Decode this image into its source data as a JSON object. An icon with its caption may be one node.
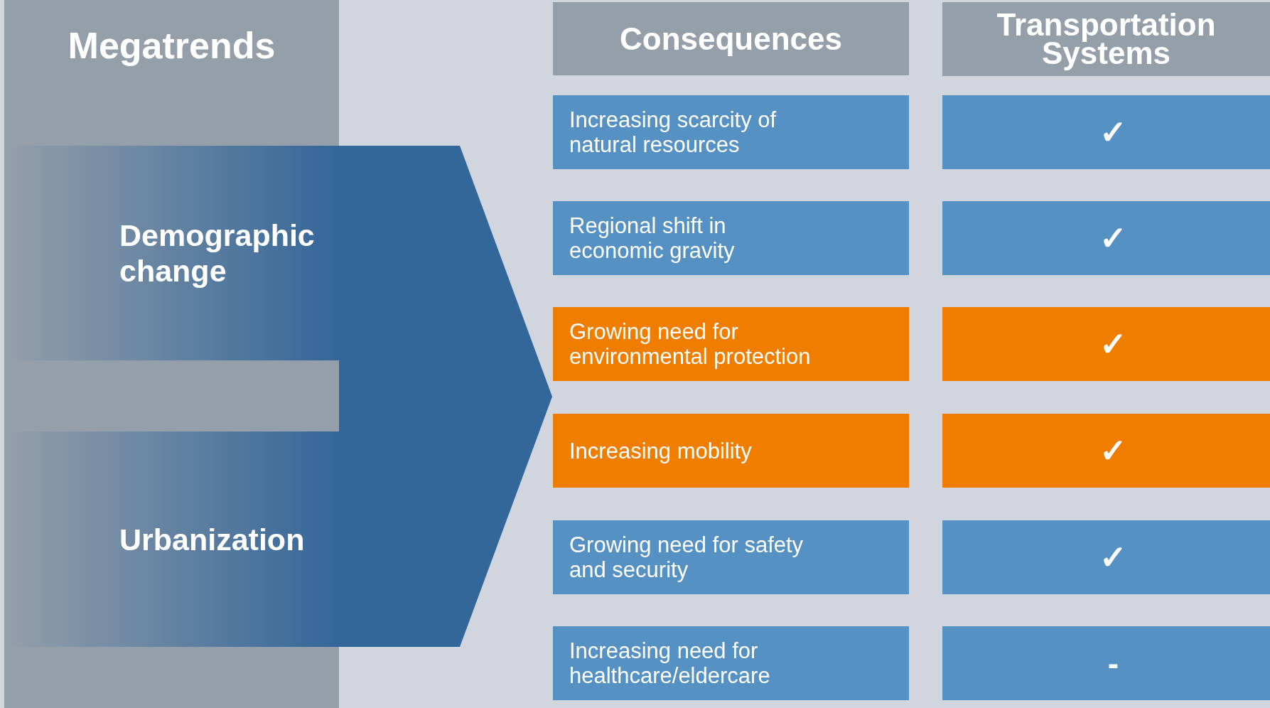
{
  "diagram": {
    "nodes": [
      {
        "text": [
          "Megatrends"
        ]
      },
      {
        "text": [],
        "shape": "arrow"
      },
      {
        "text": [
          "Demographic change"
        ]
      },
      {
        "text": [
          "Urbanization"
        ]
      },
      {
        "text": [
          "Consequences"
        ]
      },
      {
        "text": [
          "Increasing scarcity of natural resources"
        ]
      },
      {
        "text": [
          "Regional shift in economic gravity"
        ]
      },
      {
        "text": [
          "Growing need for environmental protection"
        ]
      },
      {
        "text": [
          "Increasing mobility"
        ]
      },
      {
        "text": [
          "Growing need for safety and security"
        ]
      },
      {
        "text": [
          "Increasing need for healthcare/eldercare"
        ]
      },
      {
        "text": [
          "Transportation Systems"
        ]
      },
      {
        "text": [
          "✓"
        ]
      },
      {
        "text": [
          "✓"
        ]
      },
      {
        "text": [
          "✓"
        ]
      },
      {
        "text": [
          "✓"
        ]
      },
      {
        "text": [
          "✓"
        ]
      },
      {
        "text": [
          "-"
        ]
      },
      {
        "text": [],
        "shape": "box"
      },
      {
        "text": [],
        "shape": "box"
      }
    ]
  }
}
